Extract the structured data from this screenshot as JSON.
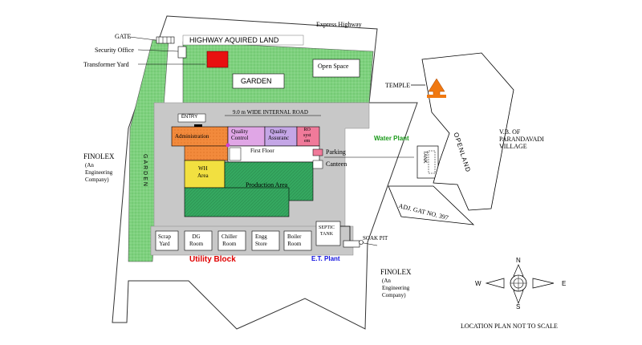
{
  "labels": {
    "express_highway": "Express Highway",
    "gate": "GATE",
    "security_office": "Security Office",
    "transformer_yard": "Transformer Yard",
    "highway_land": "HIGHWAY AQUIRED LAND",
    "garden_top": "GARDEN",
    "open_space": "Open Space",
    "temple": "TEMPLE",
    "open_land": "OPENLAND",
    "vb_village": "V.B. OF\nPARANDAVADI\nVILLAGE",
    "entry": "ENTRY",
    "internal_road": "9.0 m WIDE INTERNAL ROAD",
    "administration": "Administration",
    "quality_control": "Quality\nControl",
    "quality_assurance": "Quality\nAssuranc",
    "ro_system": "RO\nsyst\nem",
    "first_floor": "First Floor",
    "parking": "Parking",
    "canteen": "Canteen",
    "water_plant": "Water Plant",
    "tank": "TANK",
    "wh_area": "WH\nArea",
    "production_area": "Production Area",
    "garden_left": "GARDEN",
    "finolex_left": "FINOLEX",
    "finolex_left_sub": "(An\nEngineering\nCompany)",
    "scrap_yard": "Scrap\nYard",
    "dg_room": "DG\nRoom",
    "chiller_room": "Chiller\nRoom",
    "engg_store": "Engg\nStore",
    "boiler_room": "Boiler\nRoom",
    "septic_tank": "SEPTIC\nTANK",
    "soak_pit": "SOAK PIT",
    "utility_block": "Utility Block",
    "et_plant": "E.T. Plant",
    "adj_gat": "ADJ. GAT NO. 397",
    "finolex_right": "FINOLEX",
    "finolex_right_sub": "(An\nEngineering\nCompany)",
    "compass_n": "N",
    "compass_s": "S",
    "compass_e": "E",
    "compass_w": "W",
    "location_plan": "LOCATION PLAN   NOT TO SCALE"
  },
  "colors": {
    "garden_green": "#7ed17e",
    "road_gray": "#c8c8c8",
    "admin_orange": "#f28a3c",
    "qc_purple": "#e0a6e6",
    "qa_purple": "#c4a6e6",
    "ro_pink": "#f07a9a",
    "wh_yellow": "#f2e040",
    "production_green": "#35a860",
    "transformer_red": "#e81010",
    "water_plant_text": "#1a9a1a",
    "utility_text": "#e00000",
    "et_plant_text": "#1010e0",
    "temple_orange": "#f07810"
  }
}
